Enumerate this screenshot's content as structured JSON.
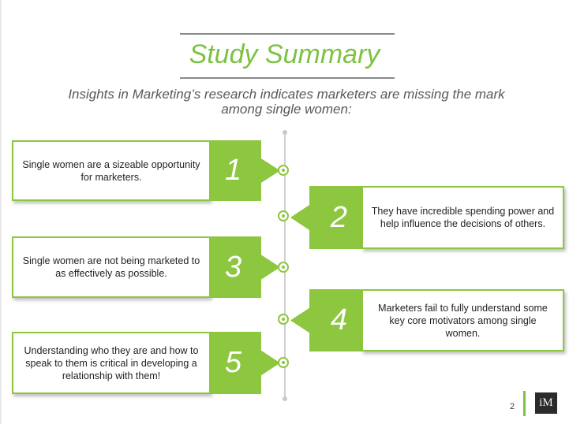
{
  "title": "Study Summary",
  "subtitle": "Insights in Marketing’s research indicates marketers are missing the mark among single women:",
  "items": [
    {
      "number": "1",
      "text": "Single women are a sizeable opportunity for marketers."
    },
    {
      "number": "2",
      "text": "They have incredible spending power and help influence the decisions of others."
    },
    {
      "number": "3",
      "text": "Single women are not being marketed to as effectively as possible."
    },
    {
      "number": "4",
      "text": "Marketers fail to fully understand some key core motivators among single women."
    },
    {
      "number": "5",
      "text": "Understanding who they are and how to speak to them is critical in developing a relationship with them!"
    }
  ],
  "page_number": "2",
  "logo": "iM",
  "colors": {
    "accent": "#8dc63f"
  }
}
